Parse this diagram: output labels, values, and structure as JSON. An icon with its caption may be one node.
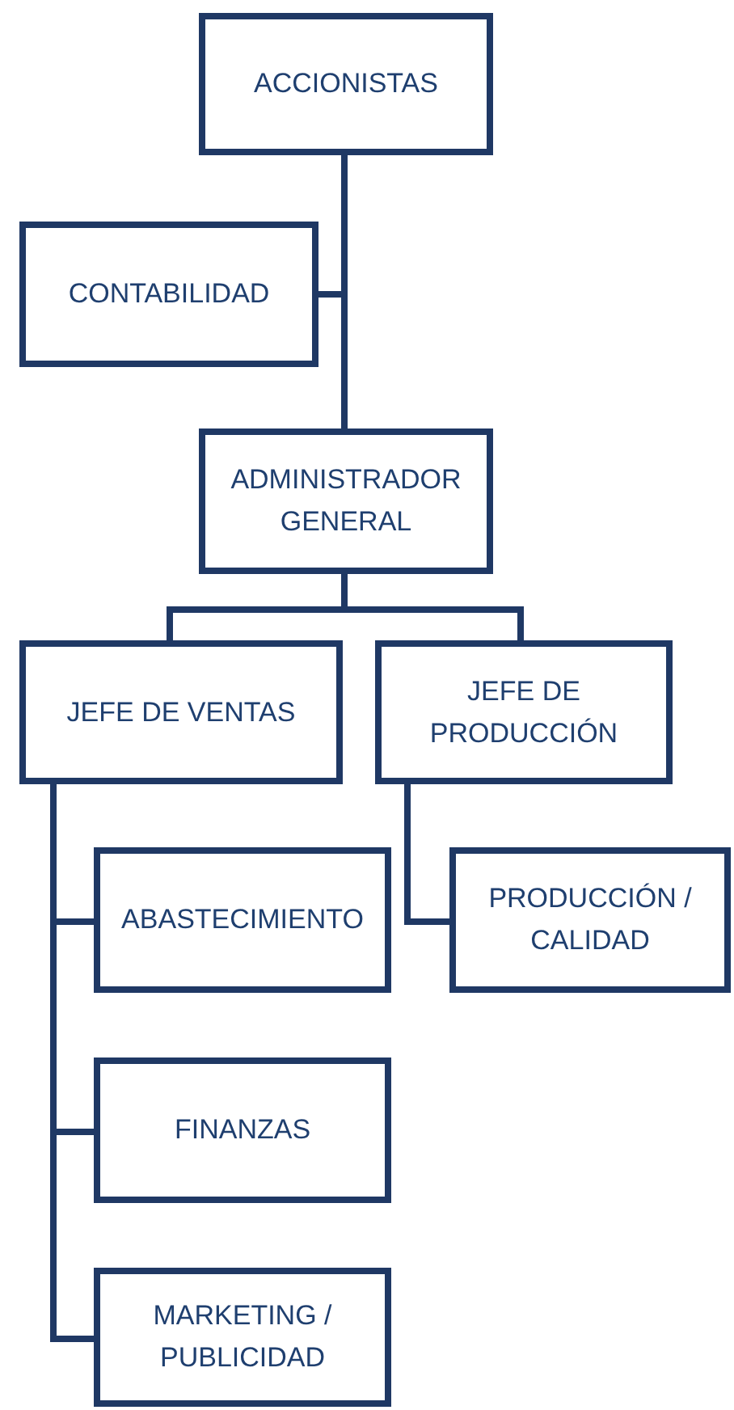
{
  "diagram": {
    "nodes": [
      {
        "text": [
          "ACCIONISTAS"
        ]
      },
      {
        "text": [
          "CONTABILIDAD"
        ]
      },
      {
        "text": [
          "ADMINISTRADOR GENERAL"
        ]
      },
      {
        "text": [
          "JEFE DE VENTAS"
        ]
      },
      {
        "text": [
          "JEFE DE PRODUCCIÓN"
        ]
      },
      {
        "text": [
          "ABASTECIMIENTO"
        ]
      },
      {
        "text": [
          "PRODUCCIÓN / CALIDAD"
        ]
      },
      {
        "text": [
          "FINANZAS"
        ]
      },
      {
        "text": [
          "MARKETING / PUBLICIDAD"
        ]
      }
    ],
    "edges": [
      {
        "from": 0,
        "to": 1,
        "arrow": "none"
      },
      {
        "from": 0,
        "to": 2,
        "arrow": "none"
      },
      {
        "from": 2,
        "to": 3,
        "arrow": "none"
      },
      {
        "from": 2,
        "to": 4,
        "arrow": "none"
      },
      {
        "from": 3,
        "to": 5,
        "arrow": "none"
      },
      {
        "from": 3,
        "to": 7,
        "arrow": "none"
      },
      {
        "from": 3,
        "to": 8,
        "arrow": "none"
      },
      {
        "from": 4,
        "to": 6,
        "arrow": "none"
      }
    ]
  }
}
